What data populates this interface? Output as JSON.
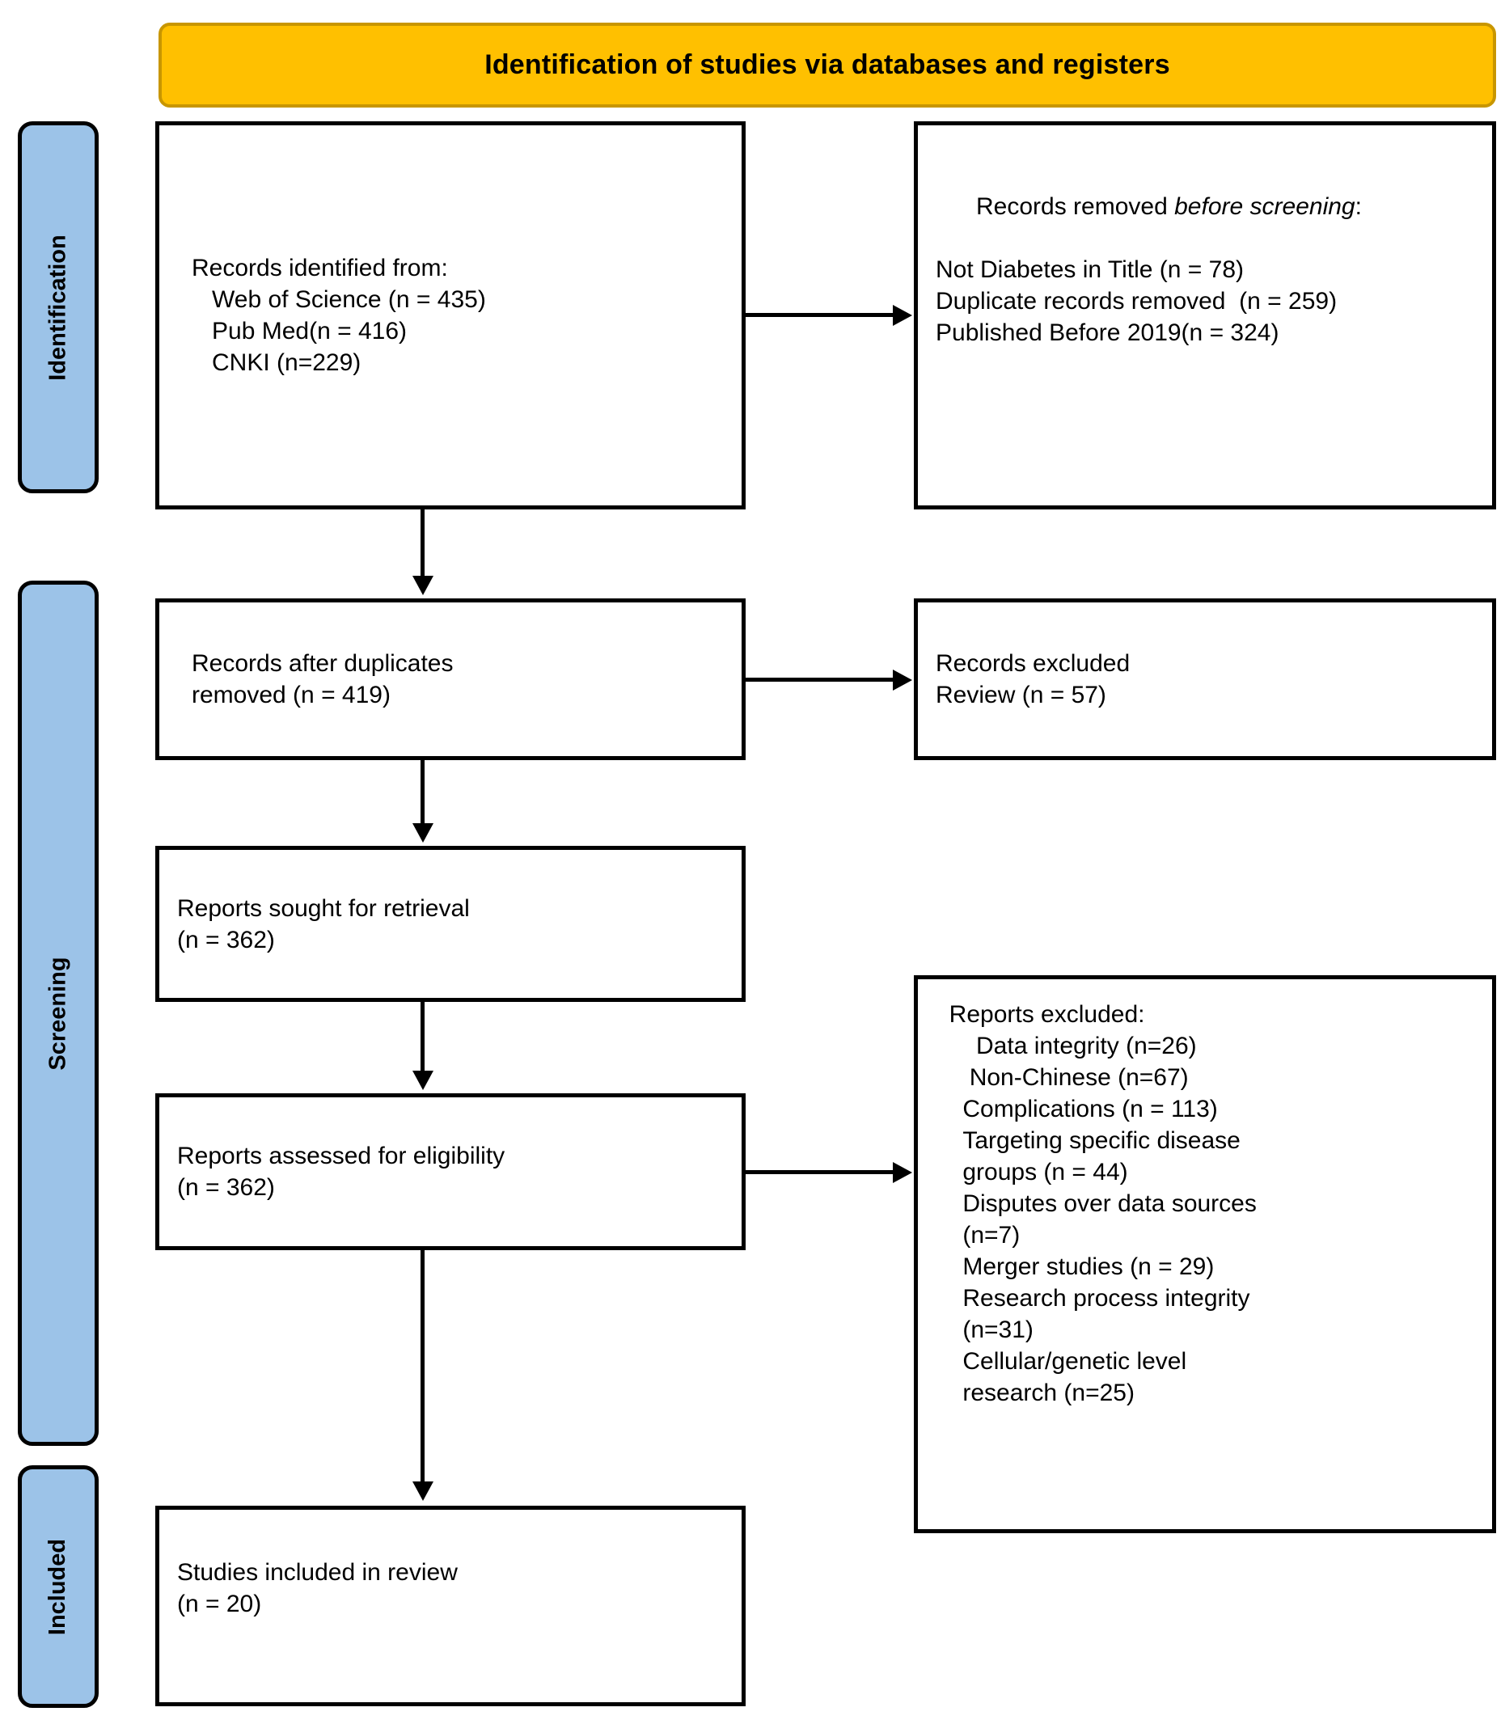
{
  "banner": {
    "title": "Identification of studies via databases and registers",
    "bg_color": "#FFC000",
    "border_color": "#C89600"
  },
  "stages": {
    "accent_color": "#9CC3E8",
    "items": [
      {
        "id": "identification",
        "label": "Identification"
      },
      {
        "id": "screening",
        "label": "Screening"
      },
      {
        "id": "included",
        "label": "Included"
      }
    ]
  },
  "boxes": {
    "identified": {
      "heading": "Records identified from:",
      "lines": [
        "   Web of Science (n = 435)",
        "   Pub Med(n = 416)",
        "   CNKI (n=229)"
      ],
      "text": "Records identified from:\n   Web of Science (n = 435)\n   Pub Med(n = 416)\n   CNKI (n=229)"
    },
    "removed_before_screening": {
      "heading_part1": "Records removed ",
      "heading_italic": "before screening",
      "heading_part2": ":",
      "lines": [
        "Not Diabetes in Title (n = 78)",
        "Duplicate records removed  (n = 259)",
        "Published Before 2019(n = 324)"
      ],
      "text": "Not Diabetes in Title (n = 78)\nDuplicate records removed  (n = 259)\nPublished Before 2019(n = 324)"
    },
    "after_duplicates": {
      "text": "Records after duplicates\nremoved (n = 419)"
    },
    "excluded_review": {
      "text": "Records excluded\nReview (n = 57)"
    },
    "sought_for_retrieval": {
      "text": "Reports sought for retrieval\n(n = 362)"
    },
    "assessed_for_eligibility": {
      "text": "Reports assessed for eligibility\n(n = 362)"
    },
    "reports_excluded": {
      "heading": "Reports excluded:",
      "lines": [
        "    Data integrity (n=26)",
        "   Non-Chinese (n=67)",
        "  Complications (n = 113)",
        "  Targeting specific disease groups (n = 44)",
        "Disputes over data sources (n=7)",
        "Merger studies (n = 29)",
        "Research process integrity (n=31)",
        "Cellular/genetic level research (n=25)"
      ],
      "text": "  Reports excluded:\n      Data integrity (n=26)\n     Non-Chinese (n=67)\n    Complications (n = 113)\n    Targeting specific disease\n    groups (n = 44)\n    Disputes over data sources\n    (n=7)\n    Merger studies (n = 29)\n    Research process integrity\n    (n=31)\n    Cellular/genetic level\n    research (n=25)"
    },
    "studies_included": {
      "text": "Studies included in review\n(n = 20)"
    }
  },
  "chart_data": {
    "type": "diagram",
    "title": "Identification of studies via databases and registers",
    "nodes": [
      {
        "id": "identified",
        "stage": "Identification",
        "label": "Records identified from",
        "counts": {
          "Web of Science": 435,
          "Pub Med": 416,
          "CNKI": 229
        }
      },
      {
        "id": "removed_before_screening",
        "stage": "Identification",
        "label": "Records removed before screening",
        "counts": {
          "Not Diabetes in Title": 78,
          "Duplicate records removed": 259,
          "Published Before 2019": 324
        }
      },
      {
        "id": "after_duplicates",
        "stage": "Screening",
        "label": "Records after duplicates removed",
        "n": 419
      },
      {
        "id": "excluded_review",
        "stage": "Screening",
        "label": "Records excluded Review",
        "n": 57
      },
      {
        "id": "sought_for_retrieval",
        "stage": "Screening",
        "label": "Reports sought for retrieval",
        "n": 362
      },
      {
        "id": "assessed_for_eligibility",
        "stage": "Screening",
        "label": "Reports assessed for eligibility",
        "n": 362
      },
      {
        "id": "reports_excluded",
        "stage": "Screening",
        "label": "Reports excluded",
        "counts": {
          "Data integrity": 26,
          "Non-Chinese": 67,
          "Complications": 113,
          "Targeting specific disease groups": 44,
          "Disputes over data sources": 7,
          "Merger studies": 29,
          "Research process integrity": 31,
          "Cellular/genetic level research": 25
        }
      },
      {
        "id": "studies_included",
        "stage": "Included",
        "label": "Studies included in review",
        "n": 20
      }
    ],
    "edges": [
      {
        "from": "identified",
        "to": "removed_before_screening"
      },
      {
        "from": "identified",
        "to": "after_duplicates"
      },
      {
        "from": "after_duplicates",
        "to": "excluded_review"
      },
      {
        "from": "after_duplicates",
        "to": "sought_for_retrieval"
      },
      {
        "from": "sought_for_retrieval",
        "to": "assessed_for_eligibility"
      },
      {
        "from": "assessed_for_eligibility",
        "to": "reports_excluded"
      },
      {
        "from": "assessed_for_eligibility",
        "to": "studies_included"
      }
    ]
  }
}
